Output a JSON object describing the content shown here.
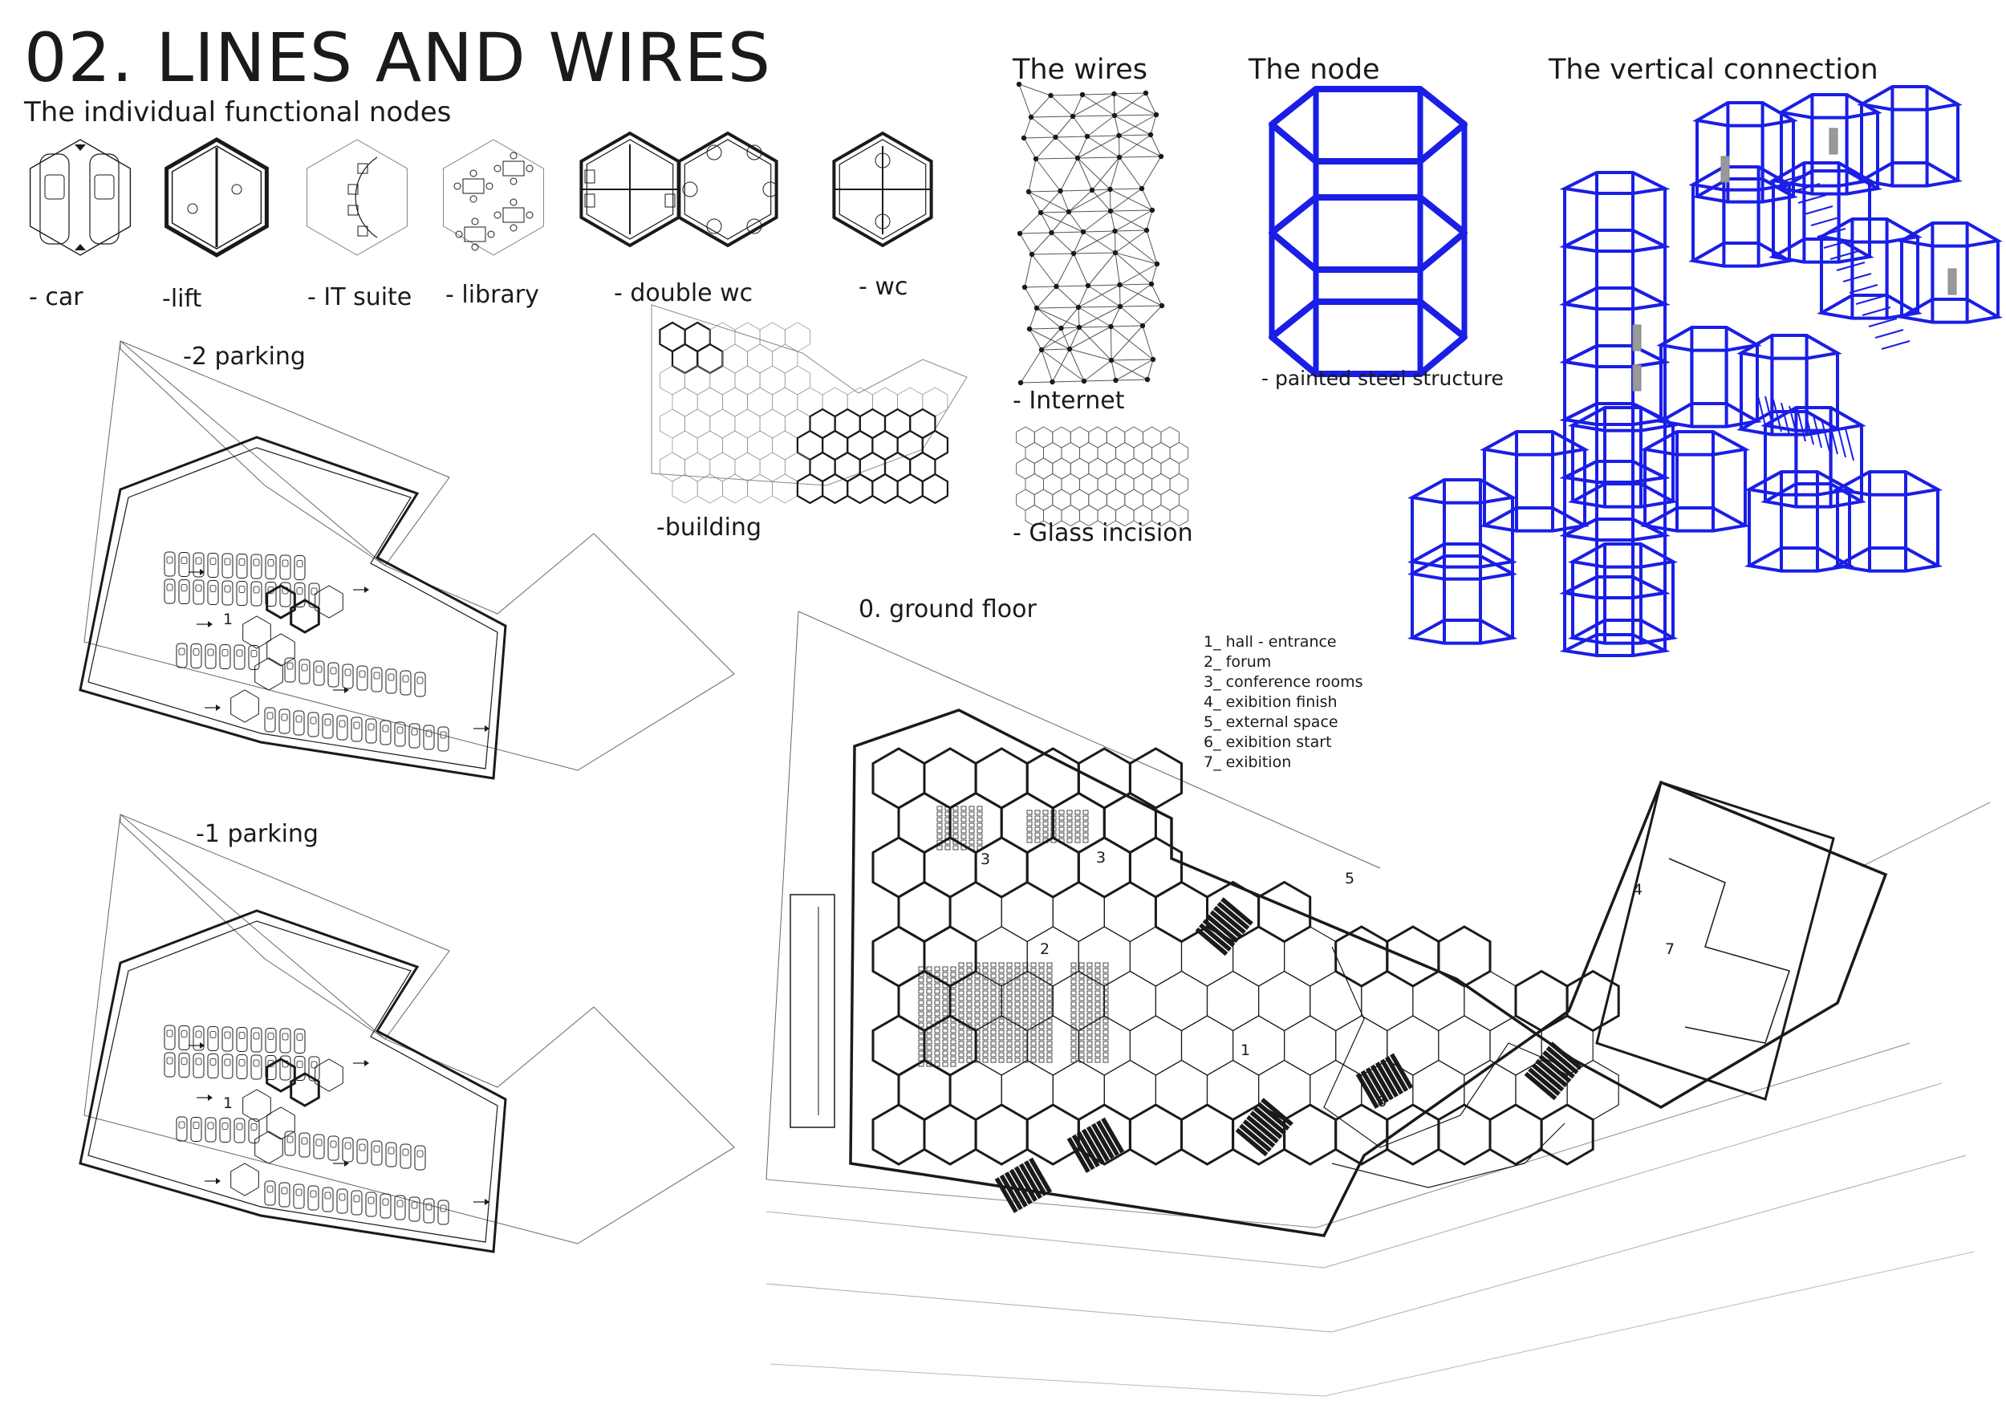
{
  "title": "02. LINES AND WIRES",
  "subtitle": "The individual functional nodes",
  "node_labels": [
    "- car",
    "-lift",
    "- IT suite",
    "- library",
    "- double wc",
    "- wc"
  ],
  "section_titles": {
    "wires": "The wires",
    "node": "The node",
    "vertical": "The vertical connection"
  },
  "wires_labels": {
    "internet": "- Internet",
    "glass": "- Glass incision"
  },
  "node_caption": "- painted steel structure",
  "building_label": "-building",
  "plans": {
    "parking_minus2": "-2 parking",
    "parking_minus1": "-1 parking",
    "ground": "0. ground floor"
  },
  "room_numbers": {
    "p2": "1",
    "p1": "1",
    "g1": "1",
    "g2": "2",
    "g3a": "3",
    "g3b": "3",
    "g4": "4",
    "g5": "5",
    "g6": "6",
    "g7": "7"
  },
  "legend": [
    "1_ hall - entrance",
    "2_ forum",
    "3_ conference rooms",
    "4_ exibition finish",
    "5_ external space",
    "6_ exibition start",
    "7_ exibition"
  ],
  "colors": {
    "ink": "#1a1a1a",
    "steel_blue": "#1a1ee6"
  }
}
